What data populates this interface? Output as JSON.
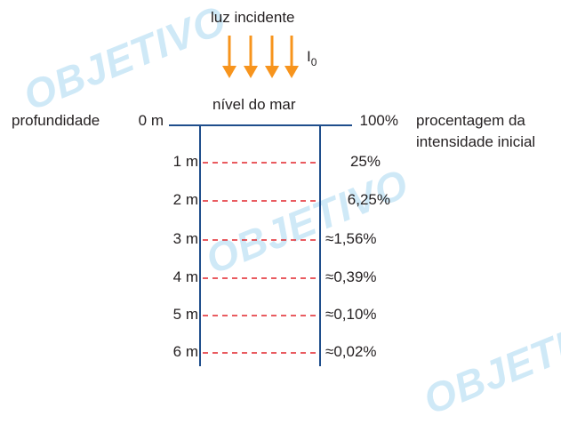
{
  "watermark": "OBJETIVO",
  "incident_light_label": "luz incidente",
  "intensity_symbol": "I",
  "intensity_subscript": "0",
  "sea_level_label": "nível do mar",
  "depth_axis_label": "profundidade",
  "percent_axis_label_line1": "procentagem da",
  "percent_axis_label_line2": "intensidade inicial",
  "levels": [
    {
      "depth": "0 m",
      "percent": "100%"
    },
    {
      "depth": "1 m",
      "percent": "25%"
    },
    {
      "depth": "2 m",
      "percent": "6,25%"
    },
    {
      "depth": "3 m",
      "percent": "≈1,56%"
    },
    {
      "depth": "4 m",
      "percent": "≈0,39%"
    },
    {
      "depth": "5 m",
      "percent": "≈0,10%"
    },
    {
      "depth": "6 m",
      "percent": "≈0,02%"
    }
  ],
  "colors": {
    "arrow": "#f7941d",
    "vertical_line": "#1f4e8c",
    "dashed_line": "#e2252b",
    "watermark": "#cfe9f7",
    "text": "#231f20"
  }
}
